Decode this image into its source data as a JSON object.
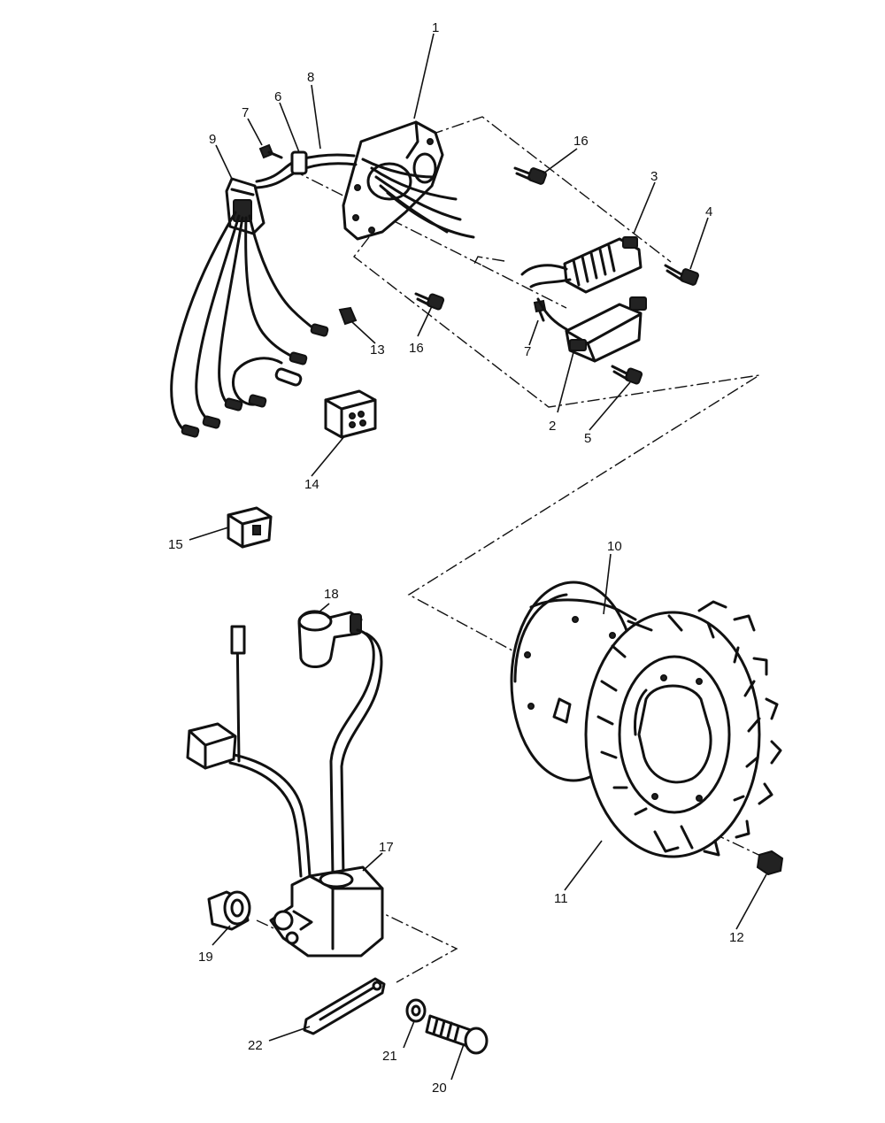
{
  "diagram": {
    "callouts": [
      {
        "id": "c1",
        "text": "1"
      },
      {
        "id": "c2",
        "text": "2"
      },
      {
        "id": "c3",
        "text": "3"
      },
      {
        "id": "c4",
        "text": "4"
      },
      {
        "id": "c5",
        "text": "5"
      },
      {
        "id": "c6",
        "text": "6"
      },
      {
        "id": "c7a",
        "text": "7"
      },
      {
        "id": "c7b",
        "text": "7"
      },
      {
        "id": "c8",
        "text": "8"
      },
      {
        "id": "c9",
        "text": "9"
      },
      {
        "id": "c10",
        "text": "10"
      },
      {
        "id": "c11",
        "text": "11"
      },
      {
        "id": "c12",
        "text": "12"
      },
      {
        "id": "c13",
        "text": "13"
      },
      {
        "id": "c14",
        "text": "14"
      },
      {
        "id": "c15",
        "text": "15"
      },
      {
        "id": "c16a",
        "text": "16"
      },
      {
        "id": "c16b",
        "text": "16"
      },
      {
        "id": "c17",
        "text": "17"
      },
      {
        "id": "c18",
        "text": "18"
      },
      {
        "id": "c19",
        "text": "19"
      },
      {
        "id": "c20",
        "text": "20"
      },
      {
        "id": "c21",
        "text": "21"
      },
      {
        "id": "c22",
        "text": "22"
      }
    ]
  }
}
